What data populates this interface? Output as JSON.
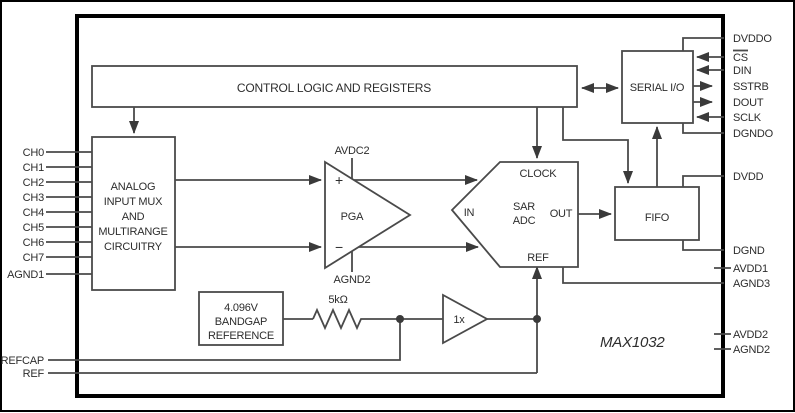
{
  "part": {
    "name": "MAX1032"
  },
  "blocks": {
    "control_logic": {
      "label": "CONTROL LOGIC AND REGISTERS"
    },
    "analog_mux": {
      "line1": "ANALOG",
      "line2": "INPUT MUX",
      "line3": "AND",
      "line4": "MULTIRANGE",
      "line5": "CIRCUITRY"
    },
    "pga": {
      "label": "PGA",
      "plus": "+",
      "minus": "−",
      "supply_top": "AVDC2",
      "supply_bottom": "AGND2"
    },
    "sar_adc": {
      "clock": "CLOCK",
      "name1": "SAR",
      "name2": "ADC",
      "in": "IN",
      "out": "OUT",
      "ref": "REF"
    },
    "fifo": {
      "label": "FIFO"
    },
    "serial_io": {
      "label": "SERIAL I/O"
    },
    "bandgap": {
      "line1": "4.096V",
      "line2": "BANDGAP",
      "line3": "REFERENCE"
    },
    "buffer_1x": {
      "label": "1x"
    },
    "resistor": {
      "label": "5kΩ"
    }
  },
  "pins": {
    "left": [
      "CH0",
      "CH1",
      "CH2",
      "CH3",
      "CH4",
      "CH5",
      "CH6",
      "CH7",
      "AGND1"
    ],
    "left_lower": [
      "REFCAP",
      "REF"
    ],
    "right_top": [
      "DVDDO",
      "CS",
      "DIN",
      "SSTRB",
      "DOUT",
      "SCLK",
      "DGNDO"
    ],
    "right_mid": [
      "DVDD",
      "DGND",
      "AVDD1",
      "AGND3"
    ],
    "right_bottom": [
      "AVDD2",
      "AGND2"
    ]
  },
  "colors": {
    "wire": "#4a4a4a",
    "border": "#000000",
    "text": "#2d2d2d",
    "background": "#ffffff"
  }
}
